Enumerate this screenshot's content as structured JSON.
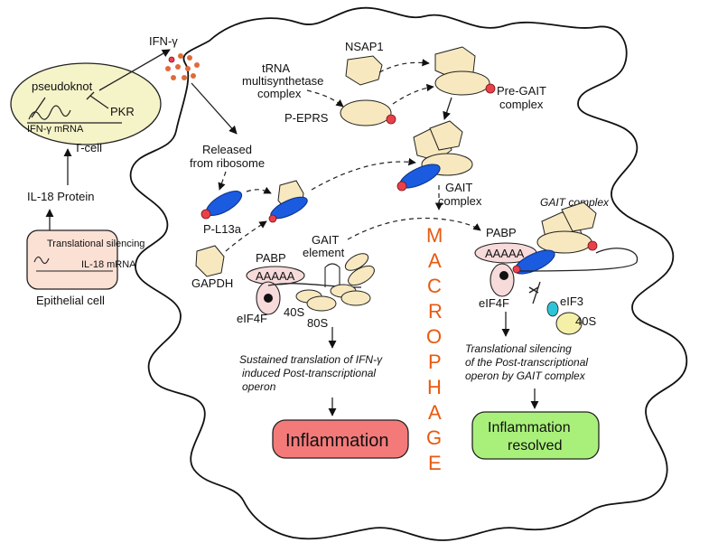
{
  "labels": {
    "ifn_gamma": "IFN-γ",
    "pseudoknot": "pseudoknot",
    "pkr": "PKR",
    "ifn_mrna": "IFN-γ mRNA",
    "t_cell": "T-cell",
    "il18_protein": "IL-18 Protein",
    "translational_silencing": "Translational silencing",
    "il18_mrna": "IL-18 mRNA",
    "epithelial_cell": "Epithelial cell",
    "nsap1": "NSAP1",
    "trna_complex": "tRNA multisynthetase complex",
    "pre_gait": "Pre-GAIT complex",
    "p_eprs": "P-EPRS",
    "released": "Released from ribosome",
    "p_l13a": "P-L13a",
    "gapdh": "GAPDH",
    "gait_complex": "GAIT complex",
    "gait_complex_ital": "GAIT complex",
    "pabp_left": "PABP",
    "pabp_right": "PABP",
    "aaaaa_left": "AAAAA",
    "aaaaa_right": "AAAAA",
    "gait_element": "GAIT element",
    "eif4f_left": "eIF4F",
    "eif4f_right": "eIF4F",
    "s40_left": "40S",
    "s80": "80S",
    "eif3": "eIF3",
    "s40_right": "40S",
    "sustained": "Sustained translation of IFN-γ induced Post-transcriptional operon",
    "silencing_text": "Translational silencing of the Post-transcriptional operon by GAIT complex",
    "inflammation": "Inflammation",
    "inflammation_resolved": "Inflammation resolved",
    "macrophage": "MACROPHAGE"
  },
  "colors": {
    "protein": "#f7e8bf",
    "blue_protein": "#1a5be0",
    "red_dot": "#e8414a",
    "macrophage_text": "#e85a10",
    "inflammation_box": "#f47a7a",
    "resolved_box": "#a9f07a",
    "tcell_fill": "#f5f3c8",
    "epithelial_fill": "#fbe0d4"
  }
}
